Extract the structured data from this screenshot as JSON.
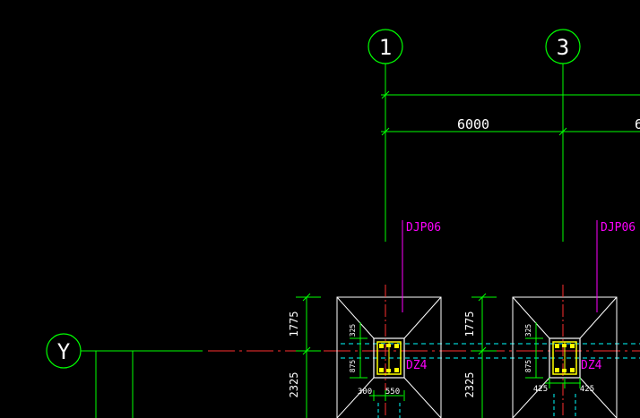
{
  "drawing": {
    "axis_bubbles": {
      "col1": "1",
      "col3": "3",
      "rowY": "Y"
    },
    "dimensions": {
      "span_1_3": "6000",
      "span_next_partial": "6",
      "footing1_upper": "1775",
      "footing1_lower": "2325",
      "footing2_upper": "1775",
      "footing2_lower": "2325",
      "column1_upper": "325",
      "column1_lower": "875",
      "column1_bottom_left": "300",
      "column1_bottom_right": "550",
      "column2_upper": "325",
      "column2_lower": "875",
      "column2_bottom_left": "425",
      "column2_bottom_right": "425"
    },
    "tags": {
      "footing1": "DJP06",
      "footing2": "DJP06",
      "column1": "DZ4",
      "column2": "DZ4"
    },
    "colors": {
      "background": "#000000",
      "axis_green": "#00ff00",
      "outline_white": "#ffffff",
      "tag_magenta": "#ff00ff",
      "column_yellow": "#ffff00",
      "dash_cyan": "#00ffff",
      "center_red": "#ff0000"
    }
  }
}
